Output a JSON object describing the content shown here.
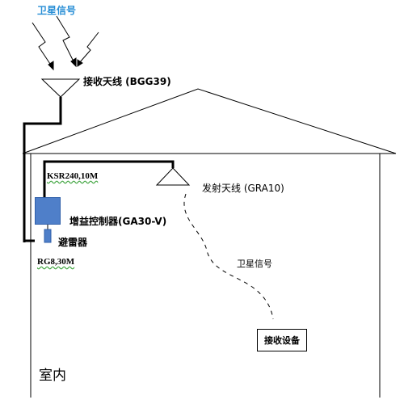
{
  "signal_source": {
    "label": "卫星信号"
  },
  "receive_antenna": {
    "label": "接收天线 (BGG39)"
  },
  "transmit_antenna": {
    "label": "发射天线 (GRA10)"
  },
  "cable_top": {
    "label": "KSR240,10M"
  },
  "gain_controller": {
    "label": "增益控制器(GA30-V)"
  },
  "lightning_arrester": {
    "label": "避雷器"
  },
  "cable_bottom": {
    "label": "RG8,30M"
  },
  "indoor_signal": {
    "label": "卫星信号"
  },
  "receiver": {
    "label": "接收设备"
  },
  "room": {
    "label": "室内"
  },
  "colors": {
    "gain_controller_fill": "#4f7fc9",
    "signal_title": "#2a8fd6"
  }
}
